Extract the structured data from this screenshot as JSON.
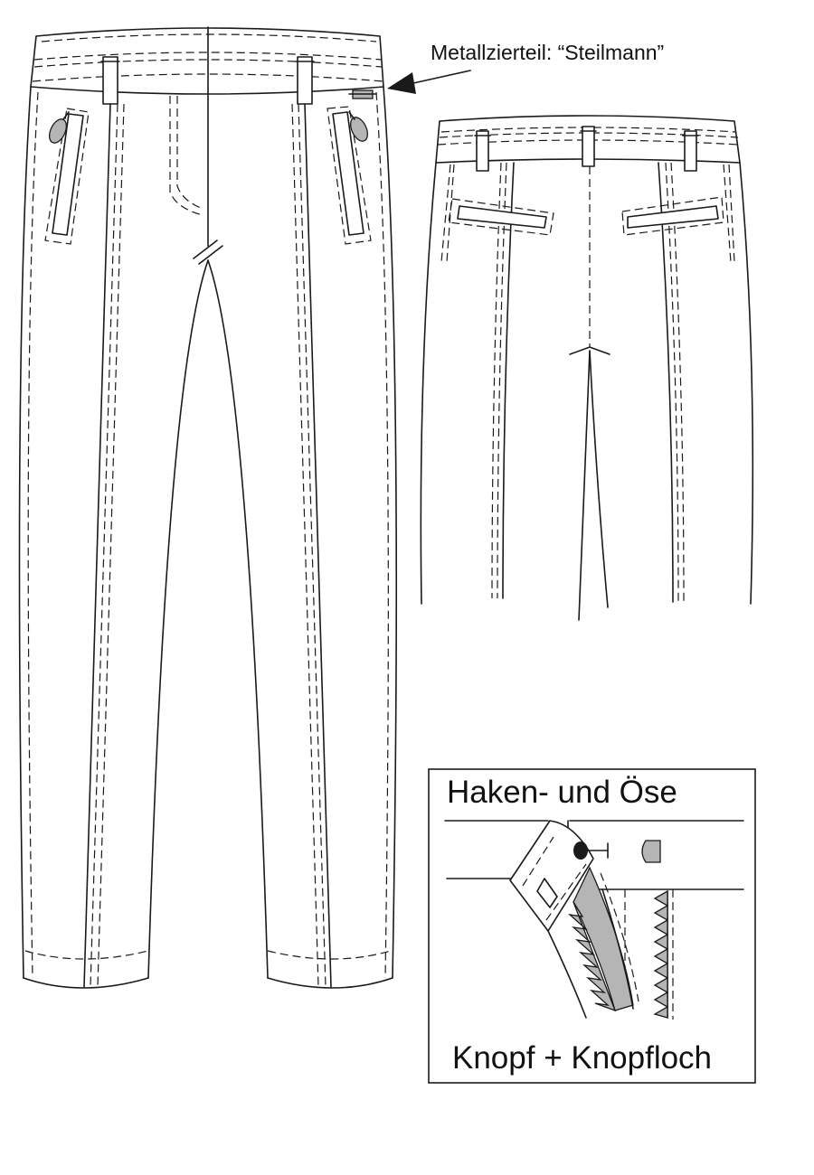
{
  "callout": {
    "label": "Metallzierteil: “Steilmann”"
  },
  "detail_box": {
    "title": "Haken- und Öse",
    "caption": "Knopf + Knopfloch"
  },
  "colors": {
    "line": "#1a1a1a",
    "fill_grey": "#b5b5b5",
    "background": "#ffffff"
  }
}
